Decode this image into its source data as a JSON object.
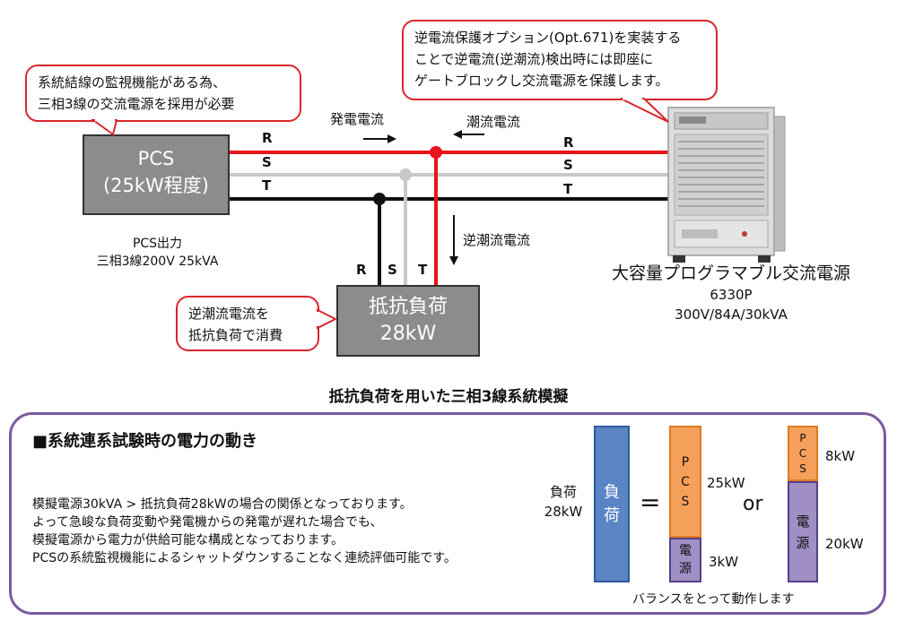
{
  "callouts": {
    "top_right": [
      "逆電流保護オプション(Opt.671)を実装する",
      "ことで逆電流(逆潮流)検出時には即座に",
      "ゲートブロックし交流電源を保護します。"
    ],
    "top_left": [
      "系統結線の監視機能がある為、",
      "三相3線の交流電源を採用が必要"
    ],
    "bottom_left": [
      "逆潮流電流を",
      "抵抗負荷で消費"
    ]
  },
  "pcs": {
    "title_line1": "PCS",
    "title_line2": "(25kW程度)",
    "output_line1": "PCS出力",
    "output_line2": "三相3線200V 25kVA"
  },
  "phases": {
    "r": "R",
    "s": "S",
    "t": "T"
  },
  "flows": {
    "generation": "発電電流",
    "power_flow": "潮流電流",
    "reverse_flow": "逆潮流電流"
  },
  "load": {
    "line1": "抵抗負荷",
    "line2": "28kW"
  },
  "source": {
    "name": "大容量プログラマブル交流電源",
    "model": "6330P",
    "spec": "300V/84A/30kVA"
  },
  "diagram_title": "抵抗負荷を用いた三相3線系統模擬",
  "panel": {
    "heading": "■系統連系試験時の電力の動き",
    "body": [
      "模擬電源30kVA > 抵抗負荷28kWの場合の関係となっております。",
      "よって急峻な負荷変動や発電機からの発電が遅れた場合でも、",
      "模擬電源から電力が供給可能な構成となっております。",
      "PCSの系統監視機能によるシャットダウンすることなく連続評価可能です。"
    ],
    "load_label1": "負荷",
    "load_label2": "28kW",
    "load_bar": [
      "負",
      "荷"
    ],
    "equals": "=",
    "pcs_bar": [
      "P",
      "C",
      "S"
    ],
    "pcs_value": "25kW",
    "source_bar": [
      "電",
      "源"
    ],
    "source_value": "3kW",
    "or": "or",
    "pcs_bar2": [
      "P",
      "C",
      "S"
    ],
    "pcs_value2": "8kW",
    "source_bar2": [
      "電",
      "源"
    ],
    "source_value2": "20kW",
    "balance_note": "バランスをとって動作します"
  },
  "colors": {
    "red_line": "#e8141b",
    "grey_line": "#c8c8c8",
    "black_line": "#111111",
    "callout_border": "#d9262c",
    "panel_border": "#7a5aa0",
    "load_bar": "#5a84c4",
    "pcs_bar": "#f5a05a",
    "source_bar": "#9f8fc4"
  }
}
